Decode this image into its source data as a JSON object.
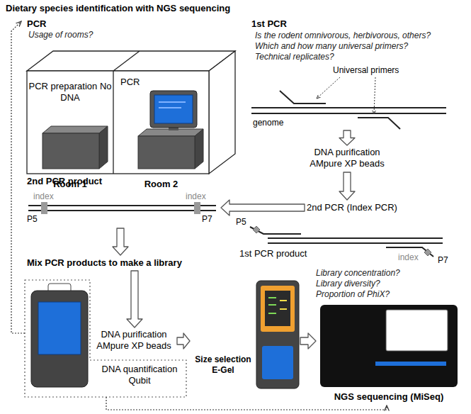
{
  "diagram": {
    "title": "Dietary species identification with NGS sequencing",
    "nodes": [
      {
        "text": [
          "PCR"
        ]
      },
      {
        "text": [
          "PCR preparation No DNA",
          "Room 1"
        ],
        "in": 0
      },
      {
        "text": [
          "PCR",
          "Room 2"
        ],
        "in": 0
      },
      {
        "text": [
          "1st PCR",
          "Is the rodent omnivorous, herbivorous, others?",
          "Which and how many universal primers?",
          "Technical replicates?"
        ]
      },
      {
        "text": [
          "DNA purification AMpure XP beads"
        ]
      },
      {
        "text": [
          "2nd PCR (Index PCR)"
        ]
      },
      {
        "text": [
          "1st PCR product"
        ]
      },
      {
        "text": [
          "2nd PCR product"
        ]
      },
      {
        "text": [
          "Mix PCR products to make a library"
        ]
      },
      {
        "text": [
          "DNA purification AMpure XP beads"
        ]
      },
      {
        "text": [
          "DNA quantification Qubit"
        ]
      },
      {
        "text": [
          "Size selection E-Gel"
        ]
      },
      {
        "text": [
          "NGS sequencing (MiSeq)"
        ]
      }
    ],
    "edges": [
      {
        "from": 3,
        "to": 4,
        "arrow": "to"
      },
      {
        "from": 4,
        "to": 5,
        "arrow": "to"
      },
      {
        "from": 5,
        "to": 7,
        "arrow": "to"
      },
      {
        "from": 7,
        "to": 8,
        "arrow": "to"
      },
      {
        "from": 8,
        "to": 9,
        "arrow": "to"
      },
      {
        "from": 9,
        "to": 11,
        "arrow": "to"
      },
      {
        "from": 11,
        "to": 12,
        "arrow": "to"
      },
      {
        "from": 10,
        "to": 0,
        "arrow": "to"
      },
      {
        "from": 10,
        "to": 12,
        "arrow": "to"
      }
    ],
    "labels": [
      "Usage of rooms?",
      "Universal primers",
      "genome",
      "index",
      "index",
      "P5",
      "P7",
      "P5",
      "index",
      "P7",
      "Library concentration?",
      "Library diversity?",
      "Proportion of PhiX?"
    ]
  }
}
